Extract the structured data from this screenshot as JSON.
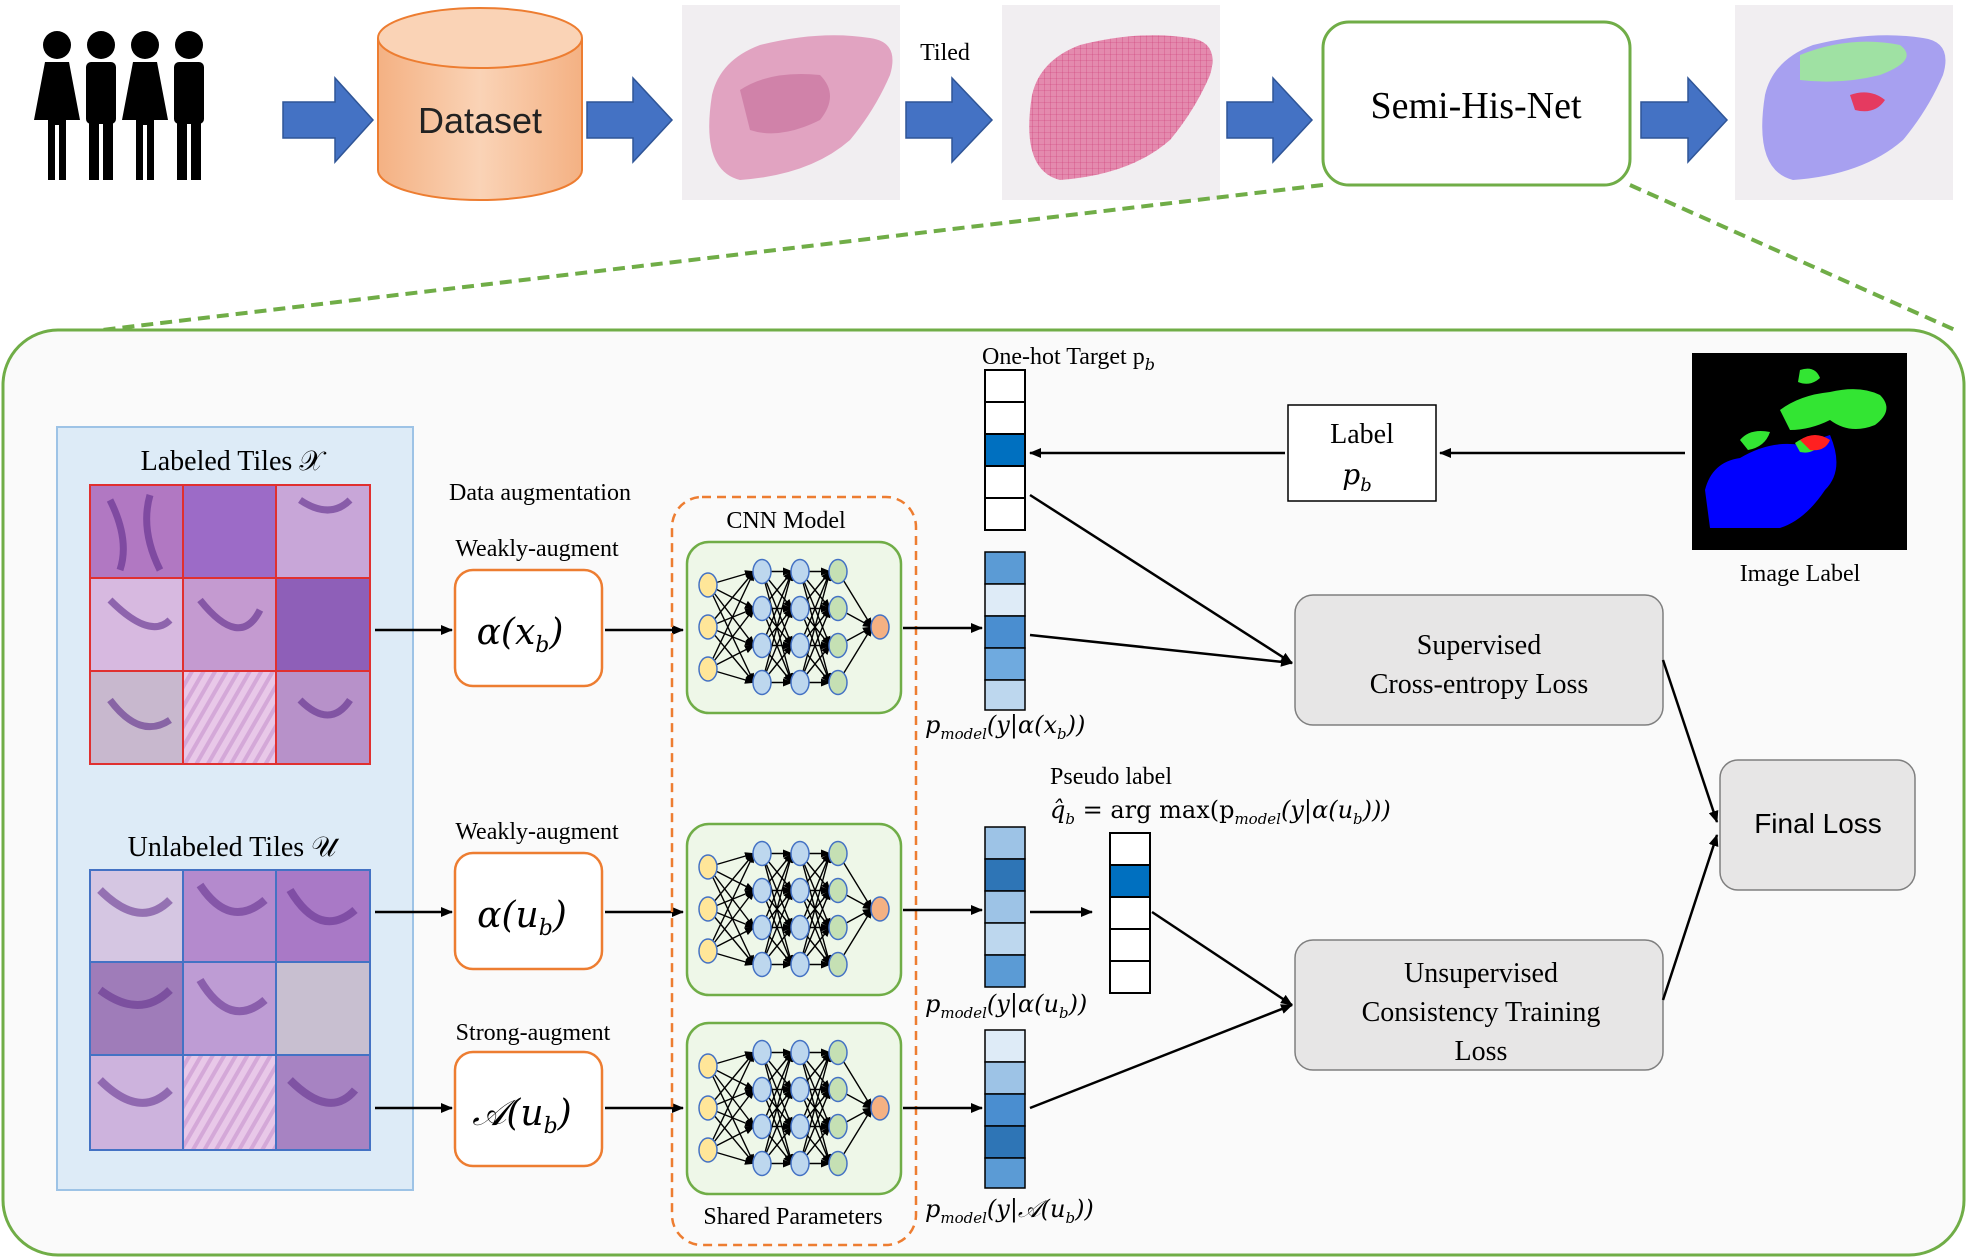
{
  "top_pipeline": {
    "dataset_label": "Dataset",
    "tiled_label": "Tiled",
    "network_label": "Semi-His-Net"
  },
  "detail": {
    "labeled_tiles_title": "Labeled Tiles 𝒳",
    "unlabeled_tiles_title": "Unlabeled Tiles 𝒰",
    "data_augmentation_label": "Data augmentation",
    "weak_augment_label_1": "Weakly-augment",
    "weak_augment_label_2": "Weakly-augment",
    "strong_augment_label": "Strong-augment",
    "alpha_xb": "α(x",
    "alpha_xb_sub": "b",
    "alpha_ub": "α(u",
    "alpha_ub_sub": "b",
    "strong_ub": "𝒜(u",
    "strong_ub_sub": "b",
    "cnn_model_label": "CNN Model",
    "shared_params_label": "Shared Parameters",
    "one_hot_target_label": "One-hot Target p",
    "one_hot_target_sub": "b",
    "label_box_line1": "Label",
    "label_box_line2": "p",
    "label_box_sub": "b",
    "image_label_caption": "Image Label",
    "p_model_1": "p",
    "p_model_1_sub": "model",
    "p_model_1_rest": "(y|α(x",
    "p_model_1_tail": "))",
    "p_model_2": "p",
    "p_model_2_sub": "model",
    "p_model_2_rest": "(y|α(u",
    "p_model_2_tail": "))",
    "p_model_3": "p",
    "p_model_3_sub": "model",
    "p_model_3_rest": "(y|𝒜(u",
    "p_model_3_tail": "))",
    "pseudo_label_title": "Pseudo label",
    "pseudo_label_formula_a": "q̂",
    "pseudo_label_formula_b": " = arg max(p",
    "pseudo_label_formula_c": "(y|α(u",
    "pseudo_label_formula_d": ")))",
    "supervised_loss_line1": "Supervised",
    "supervised_loss_line2": "Cross-entropy Loss",
    "unsupervised_loss_line1": "Unsupervised",
    "unsupervised_loss_line2": "Consistency Training",
    "unsupervised_loss_line3": "Loss",
    "final_loss_label": "Final Loss"
  },
  "colors": {
    "arrow_blue": "#4472C4",
    "green_border": "#70AD47",
    "orange_border": "#ED7D31",
    "dataset_fill": "#F8CBAD",
    "panel_blue": "#DDEBF7",
    "onehot_fill": "#0070C0",
    "tile_red_border": "#E03030",
    "tile_blue_border": "#4472C4",
    "loss_box_fill": "#E7E6E6"
  },
  "icons": {
    "people": "people-icon",
    "dataset": "database-cylinder-icon"
  }
}
